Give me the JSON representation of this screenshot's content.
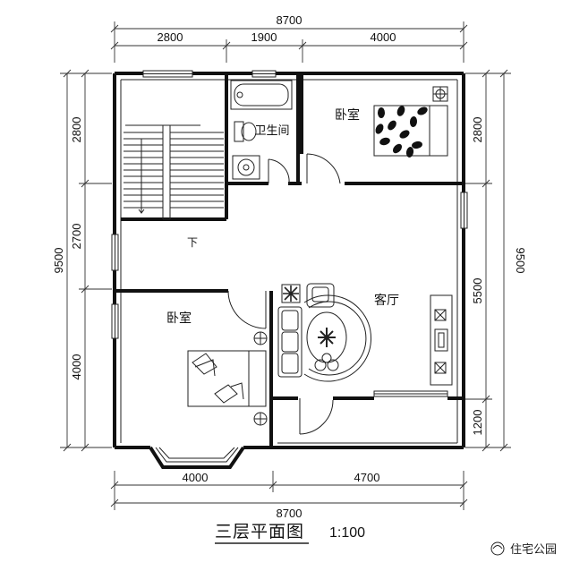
{
  "dimensions": {
    "top_total": "8700",
    "top_segments": [
      "2800",
      "1900",
      "4000"
    ],
    "bottom_total": "8700",
    "bottom_segments": [
      "4000",
      "4700"
    ],
    "left_total": "9500",
    "left_segments": [
      "2800",
      "2700",
      "4000"
    ],
    "right_total": "9500",
    "right_segments": [
      "2800",
      "5500",
      "1200"
    ]
  },
  "rooms": {
    "bathroom": "卫生间",
    "bedroom_north": "卧室",
    "bedroom_west": "卧室",
    "living_room": "客厅",
    "stair_down": "下"
  },
  "title": {
    "text": "三层平面图",
    "scale": "1:100"
  },
  "watermark": {
    "text": "住宅公园"
  }
}
